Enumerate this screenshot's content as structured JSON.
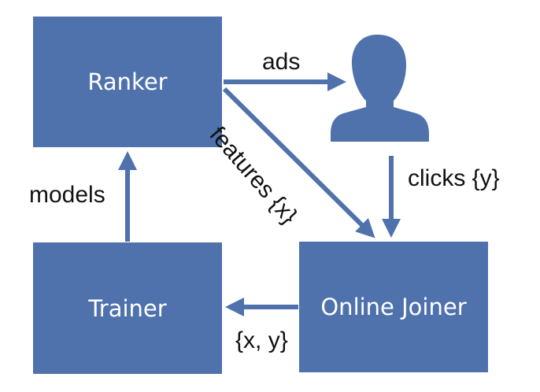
{
  "colors": {
    "box_fill": "#4f72ad",
    "arrow": "#4f72ad",
    "box_text": "#ffffff",
    "label_text": "#111111"
  },
  "nodes": {
    "ranker": "Ranker",
    "trainer": "Trainer",
    "online_joiner": "Online Joiner",
    "user_icon": "person-silhouette-icon"
  },
  "edges": {
    "ads": "ads",
    "features": "features {x}",
    "clicks": "clicks {y}",
    "models": "models",
    "xy": "{x, y}"
  }
}
